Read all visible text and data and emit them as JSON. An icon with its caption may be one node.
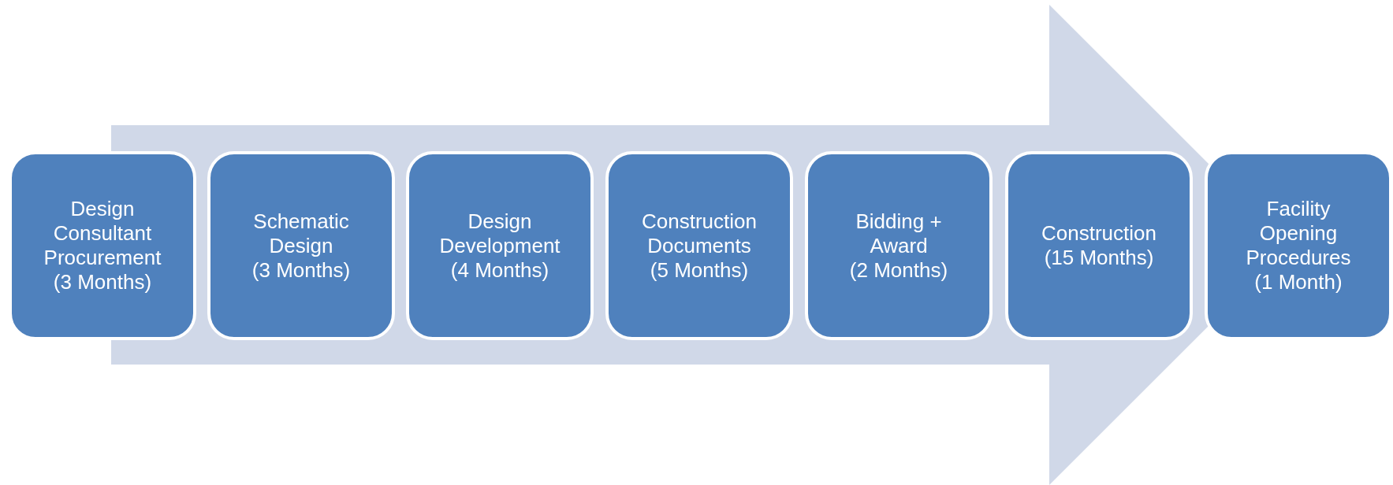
{
  "diagram": {
    "nodes": [
      {
        "text": [
          "Design Consultant Procurement",
          "(3 Months)"
        ]
      },
      {
        "text": [
          "Schematic Design",
          "(3 Months)"
        ]
      },
      {
        "text": [
          "Design Development",
          "(4 Months)"
        ]
      },
      {
        "text": [
          "Construction Documents",
          "(5 Months)"
        ]
      },
      {
        "text": [
          "Bidding + Award",
          "(2 Months)"
        ]
      },
      {
        "text": [
          "Construction",
          "(15 Months)"
        ]
      },
      {
        "text": [
          "Facility Opening Procedures",
          "(1 Month)"
        ]
      }
    ],
    "edges": [
      {
        "from": 0,
        "to": 6,
        "arrow": "to"
      }
    ]
  }
}
